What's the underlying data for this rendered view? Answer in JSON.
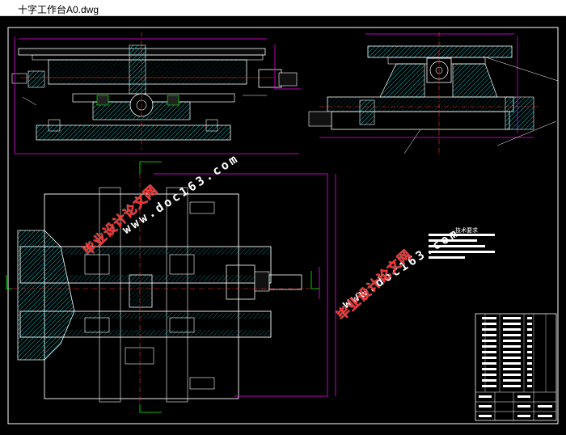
{
  "window": {
    "title": "十字工作台A0.dwg"
  },
  "watermarks": {
    "site_cn": "毕业设计论文网",
    "site_url": "www.doc163.com"
  },
  "drawing": {
    "tech_requirements_title": "技术要求",
    "colors": {
      "background": "#000000",
      "outline": "#ffffff",
      "dimension": "#ff00ff",
      "hatch": "#00c8c8",
      "centerline": "#ff3030",
      "leader": "#00ff00",
      "watermark": "#ff2a2a"
    }
  }
}
